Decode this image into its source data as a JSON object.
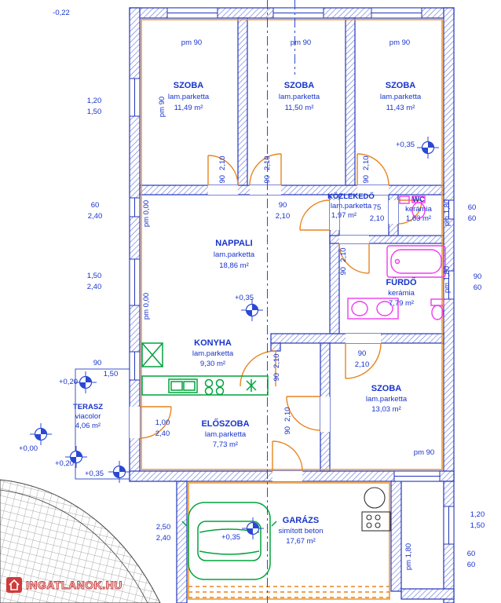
{
  "watermark": {
    "brand": "INGATLANOK.HU"
  },
  "plan": {
    "rooms": [
      {
        "name": "SZOBA",
        "floor": "lam.parketta",
        "area": "11,49 m²"
      },
      {
        "name": "SZOBA",
        "floor": "lam.parketta",
        "area": "11,50 m²"
      },
      {
        "name": "SZOBA",
        "floor": "lam.parketta",
        "area": "11,43 m²"
      },
      {
        "name": "KÖZLEKEDŐ",
        "floor": "lam.parketta",
        "area": "1,97 m²"
      },
      {
        "name": "WC",
        "floor": "kerámia",
        "area": "1,63 m²"
      },
      {
        "name": "NAPPALI",
        "floor": "lam.parketta",
        "area": "18,86 m²"
      },
      {
        "name": "FÜRDŐ",
        "floor": "kerámia",
        "area": "7,79 m²"
      },
      {
        "name": "KONYHA",
        "floor": "lam.parketta",
        "area": "9,30 m²"
      },
      {
        "name": "SZOBA",
        "floor": "lam.parketta",
        "area": "13,03 m²"
      },
      {
        "name": "TERASZ",
        "floor": "viacolor",
        "area": "4,06 m²"
      },
      {
        "name": "ELŐSZOBA",
        "floor": "lam.parketta",
        "area": "7,73 m²"
      },
      {
        "name": "GARÁZS",
        "floor": "simított beton",
        "area": "17,67 m²"
      }
    ],
    "dims": {
      "pm90": "pm 90",
      "pm000": "pm 0,00",
      "pm180": "pm 1,80",
      "d90": "90",
      "d210": "2,10",
      "d75": "75",
      "v60": "60",
      "v90": "90",
      "v100": "1,00",
      "v120": "1,20",
      "v150": "1,50",
      "v240": "2,40",
      "v250": "2,50"
    },
    "levels": {
      "m022": "-0,22",
      "p000": "+0,00",
      "p020": "+0,20",
      "p035": "+0,35"
    }
  }
}
